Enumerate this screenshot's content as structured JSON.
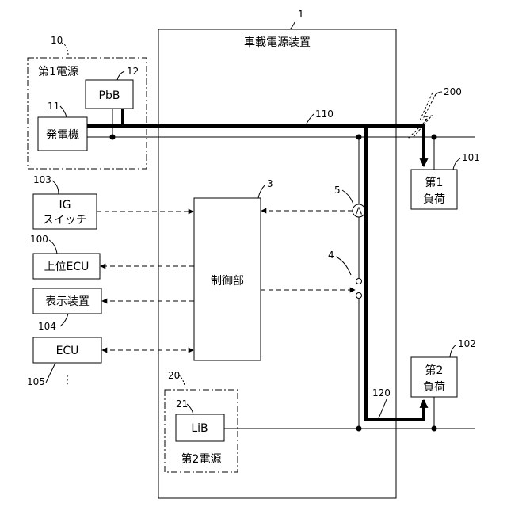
{
  "diagram": {
    "device": {
      "ref": "1",
      "label": "車載電源装置"
    },
    "first_power": {
      "ref": "10",
      "label": "第1電源"
    },
    "pbb": {
      "ref": "12",
      "label": "PbB"
    },
    "generator": {
      "ref": "11",
      "label": "発電機"
    },
    "ig_switch": {
      "ref": "103",
      "line1": "IG",
      "line2": "スイッチ"
    },
    "upper_ecu": {
      "ref": "100",
      "label": "上位ECU"
    },
    "display": {
      "ref": "104",
      "label": "表示装置"
    },
    "ecu": {
      "ref": "105",
      "label": "ECU",
      "more": "⋮"
    },
    "controller": {
      "ref": "3",
      "label": "制御部"
    },
    "ammeter": {
      "ref": "5",
      "symbol": "A"
    },
    "switch": {
      "ref": "4"
    },
    "second_power": {
      "ref": "20",
      "label": "第2電源"
    },
    "lib": {
      "ref": "21",
      "label": "LiB"
    },
    "load1": {
      "ref": "101",
      "line1": "第1",
      "line2": "負荷"
    },
    "load2": {
      "ref": "102",
      "line1": "第2",
      "line2": "負荷"
    },
    "path1": {
      "ref": "110"
    },
    "path2": {
      "ref": "120"
    },
    "fault": {
      "ref": "200"
    }
  }
}
